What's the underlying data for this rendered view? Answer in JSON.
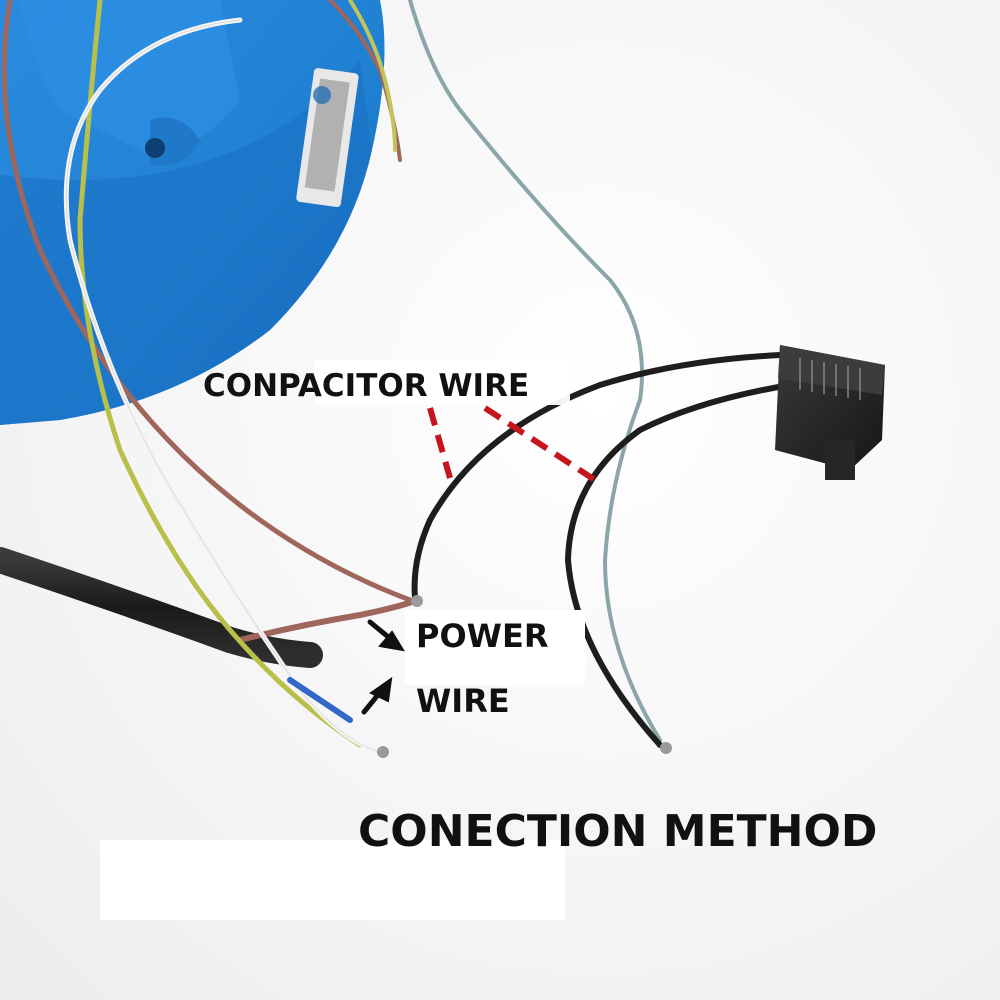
{
  "labels": {
    "capacitor_wire": "CONPACITOR WIRE",
    "power": "POWER",
    "wire": "WIRE",
    "title": "CONECTION METHOD"
  },
  "colors": {
    "fan_blue": "#1f7fd0",
    "fan_blue_dark": "#145fa8",
    "capacitor_black": "#1e1e1e",
    "dashed_red": "#c4161c",
    "wire_brown": "#a0665c",
    "wire_yellow_green": "#b9c04a",
    "wire_gray_blue": "#8aa6a8",
    "wire_white": "#f4f4f4",
    "wire_black": "#2a2a2a",
    "label_text": "#111111"
  }
}
